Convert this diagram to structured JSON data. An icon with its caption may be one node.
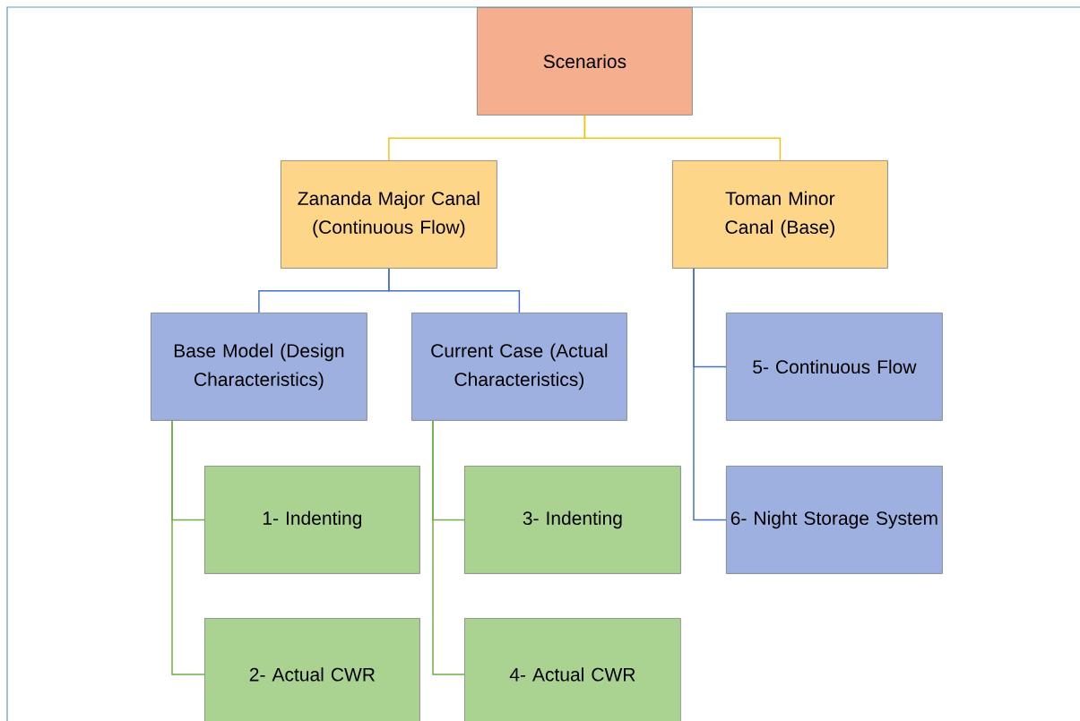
{
  "diagram": {
    "nodes": [
      {
        "text": [
          "Scenarios"
        ]
      },
      {
        "text": [
          "Zananda Major Canal (Continuous Flow)"
        ]
      },
      {
        "text": [
          "Toman Minor Canal (Base)"
        ]
      },
      {
        "text": [
          "Base Model (Design Characteristics)"
        ]
      },
      {
        "text": [
          "Current Case (Actual Characteristics)"
        ]
      },
      {
        "text": [
          "5- Continuous Flow"
        ]
      },
      {
        "text": [
          "1- Indenting"
        ]
      },
      {
        "text": [
          "3- Indenting"
        ]
      },
      {
        "text": [
          "6- Night Storage System"
        ]
      },
      {
        "text": [
          "2- Actual CWR"
        ]
      },
      {
        "text": [
          "4- Actual CWR"
        ]
      }
    ],
    "edges": [
      {
        "from": 0,
        "to": 1,
        "arrow": "none",
        "color": "#f2c314"
      },
      {
        "from": 0,
        "to": 2,
        "arrow": "none",
        "color": "#f2c314"
      },
      {
        "from": 1,
        "to": 3,
        "arrow": "none",
        "color": "#4472c4"
      },
      {
        "from": 1,
        "to": 4,
        "arrow": "none",
        "color": "#4472c4"
      },
      {
        "from": 2,
        "to": 5,
        "arrow": "none",
        "color": "#4472c4"
      },
      {
        "from": 2,
        "to": 8,
        "arrow": "none",
        "color": "#4472c4"
      },
      {
        "from": 3,
        "to": 6,
        "arrow": "none",
        "color": "#70ad47"
      },
      {
        "from": 3,
        "to": 9,
        "arrow": "none",
        "color": "#70ad47"
      },
      {
        "from": 4,
        "to": 7,
        "arrow": "none",
        "color": "#70ad47"
      },
      {
        "from": 4,
        "to": 10,
        "arrow": "none",
        "color": "#70ad47"
      }
    ]
  }
}
